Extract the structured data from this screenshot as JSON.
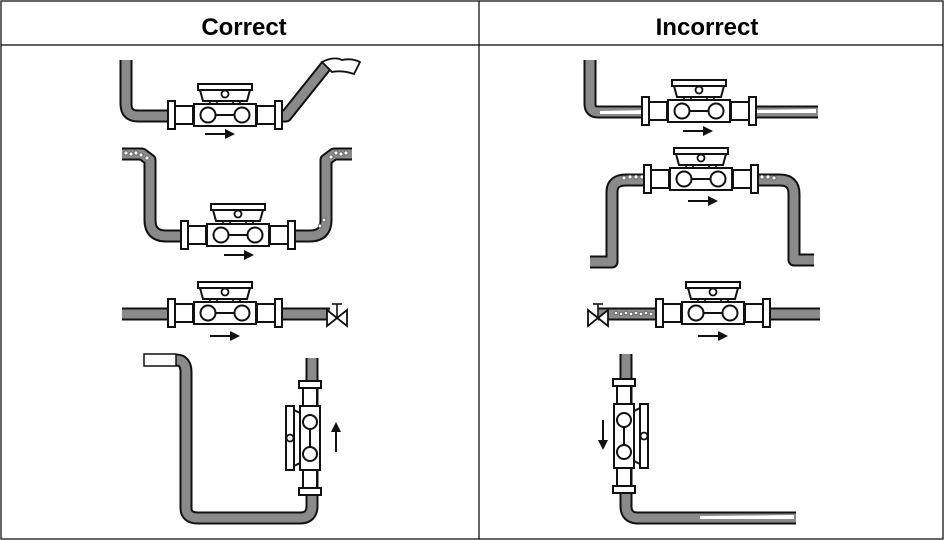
{
  "columns": {
    "left": {
      "heading": "Correct"
    },
    "right": {
      "heading": "Incorrect"
    }
  },
  "diagrams": {
    "left": [
      "meter-after-low-dip-with-rising-outlet",
      "meter-in-u-bend-between-risers",
      "meter-in-straight-line-with-valve-downstream",
      "vertical-meter-with-upward-flow"
    ],
    "right": [
      "meter-on-partially-filled-line",
      "meter-at-high-point-with-air",
      "meter-with-valve-upstream",
      "vertical-meter-with-downward-flow"
    ]
  },
  "colors": {
    "pipe": "#8a8a8a",
    "outline": "#111111",
    "meter_body": "#ffffff",
    "grid": "#000000"
  }
}
